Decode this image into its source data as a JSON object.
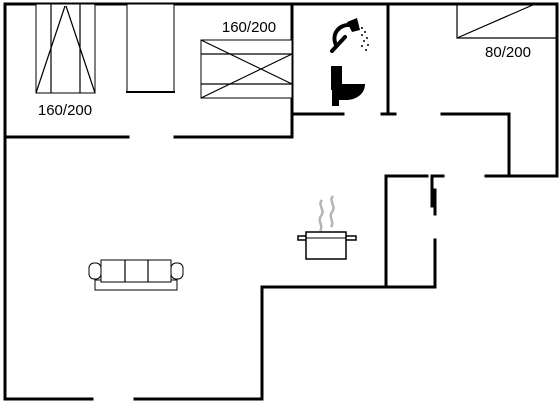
{
  "floor_plan": {
    "bed_labels": {
      "left_bedroom": "160/200",
      "middle_bedroom": "160/200",
      "right_bedroom": "80/200"
    },
    "icons": {
      "shower": "shower-icon",
      "toilet": "toilet-icon",
      "kitchen": "cooking-pot-icon",
      "living_room": "sofa-icon"
    }
  }
}
